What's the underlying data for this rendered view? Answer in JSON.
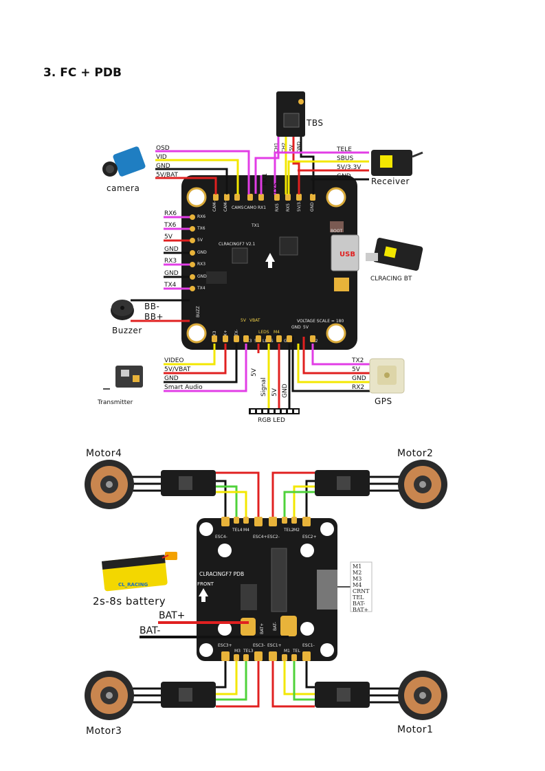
{
  "section": {
    "heading": "3. FC + PDB"
  },
  "fc_diagram": {
    "tbs": "TBS",
    "tbs_pins": [
      "CH1",
      "CH2",
      "5V",
      "GND"
    ],
    "camera": "camera",
    "camera_wires": [
      "OSD",
      "VID",
      "GND",
      "5V/BAT"
    ],
    "receiver": "Receiver",
    "receiver_wires": [
      "TELE",
      "SBUS",
      "5V/3.3V",
      "GND"
    ],
    "rx1": "RX1",
    "tx5": "TX5",
    "tx1": "TX1",
    "left_wires": [
      "RX6",
      "TX6",
      "5V",
      "GND",
      "RX3",
      "GND",
      "TX4"
    ],
    "buzzer": "Buzzer",
    "buzzer_wires": [
      "BB-",
      "BB+"
    ],
    "board_name": "CLRACINGF7 V2.1",
    "boot": "BOOT",
    "usb": "USB",
    "bt": "CLRACING BT",
    "transmitter": "Transmitter",
    "transmitter_wires": [
      "VIDEO",
      "5V/VBAT",
      "GND",
      "Smart Audio"
    ],
    "led_wires": [
      "5V",
      "Signal",
      "5V",
      "GND"
    ],
    "rgb_led": "RGB LED",
    "gps": "GPS",
    "gps_wires": [
      "TX2",
      "5V",
      "GND",
      "RX2"
    ],
    "pcb_top_pads": [
      "CAM-",
      "CAM-",
      "CAMS",
      "CAMO",
      "RX1",
      "RX5",
      "RX5",
      "5V/3.3",
      "GND"
    ],
    "pcb_left_pads": [
      "RX6",
      "TX6",
      "5V",
      "GND",
      "RX3",
      "GND",
      "TX4"
    ],
    "pcb_bottom_pads": [
      "TX3",
      "TX+",
      "VTX-",
      "TX3",
      "5V",
      "LEDS",
      "5V",
      "GND",
      "TX2"
    ],
    "pcb_mid": [
      "5V",
      "VBAT",
      "LEDS",
      "M4",
      "GND",
      "5V",
      "VOLTAGE SCALE = 180"
    ],
    "pcb_side": "BUZZ"
  },
  "pdb_diagram": {
    "motors": [
      "Motor4",
      "Motor2",
      "Motor3",
      "Motor1"
    ],
    "board_name": "CLRACINGF7 PDB",
    "front": "FRONT",
    "battery_label": "2s-8s battery",
    "battery_brand": "CL_RACING",
    "bat_plus": "BAT+",
    "bat_minus": "BAT-",
    "pad_bat_plus": "BAT+",
    "pad_bat_minus": "BAT-",
    "top_pads": [
      "ESC4-",
      "TEL4",
      "M4",
      "ESC4+",
      "ESC2-",
      "TEL2",
      "M2",
      "ESC2+"
    ],
    "bottom_pads": [
      "ESC3+",
      "M3",
      "TEL3",
      "ESC3-",
      "ESC1+",
      "M1",
      "TEL",
      "ESC1-"
    ],
    "connector_pins": [
      "M1",
      "M2",
      "M3",
      "M4",
      "CRNT",
      "TEL",
      "BAT-",
      "BAT+"
    ]
  },
  "colors": {
    "red": "#e02020",
    "yellow": "#f3e700",
    "magenta": "#e23de6",
    "black": "#111111",
    "green": "#4fd23a",
    "pcb": "#1a1a1a",
    "gold": "#e8b33a"
  }
}
